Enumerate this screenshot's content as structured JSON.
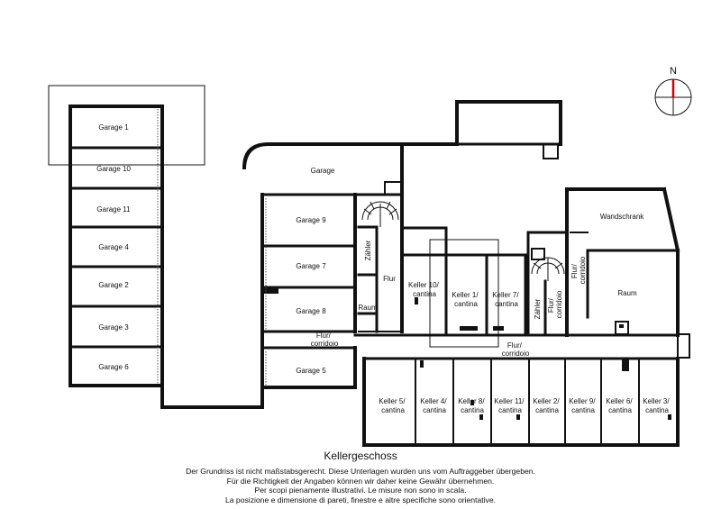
{
  "title": "Kellergeschoss",
  "compass": {
    "label": "N"
  },
  "disclaimer": [
    "Der Grundriss ist nicht maßstabsgerecht. Diese Unterlagen wurden uns vom Auftraggeber übergeben.",
    "Für die Richtigkeit der Angaben können wir daher keine Gewähr übernehmen.",
    "Per scopi pienamente illustrativi. Le misure non sono in scala.",
    "La posizione e dimensione di pareti, finestre e altre specifiche sono orientative."
  ],
  "rooms": {
    "garage_1": "Garage 1",
    "garage_10": "Garage 10",
    "garage_11": "Garage 11",
    "garage_4": "Garage 4",
    "garage_2": "Garage 2",
    "garage_3": "Garage 3",
    "garage_6": "Garage 6",
    "garage_main": "Garage",
    "garage_9": "Garage 9",
    "garage_7": "Garage 7",
    "garage_8": "Garage 8",
    "garage_5": "Garage 5",
    "flur_small": "Flur",
    "raum_small": "Raum",
    "zaehler_left": "Zähler",
    "flur_corridoio_left": [
      "Flur/",
      "corridoio"
    ],
    "keller_10": [
      "Keller 10/",
      "cantina"
    ],
    "keller_1": [
      "Keller 1/",
      "cantina"
    ],
    "keller_7": [
      "Keller 7/",
      "cantina"
    ],
    "zaehler_right": "Zähler",
    "flur_corridoio_vert_1": [
      "Flur/",
      "corridoio"
    ],
    "flur_corridoio_vert_2": [
      "Flur/",
      "corridoio"
    ],
    "wandschrank": "Wandschrank",
    "raum": "Raum",
    "flur_corridoio_main": [
      "Flur/",
      "corridoio"
    ],
    "keller_5": [
      "Keller 5/",
      "cantina"
    ],
    "keller_4": [
      "Keller 4/",
      "cantina"
    ],
    "keller_8": [
      "Keller 8/",
      "cantina"
    ],
    "keller_11": [
      "Keller 11/",
      "cantina"
    ],
    "keller_2": [
      "Keller 2/",
      "cantina"
    ],
    "keller_9": [
      "Keller 9/",
      "cantina"
    ],
    "keller_6": [
      "Keller 6/",
      "cantina"
    ],
    "keller_3": [
      "Keller 3/",
      "cantina"
    ]
  }
}
